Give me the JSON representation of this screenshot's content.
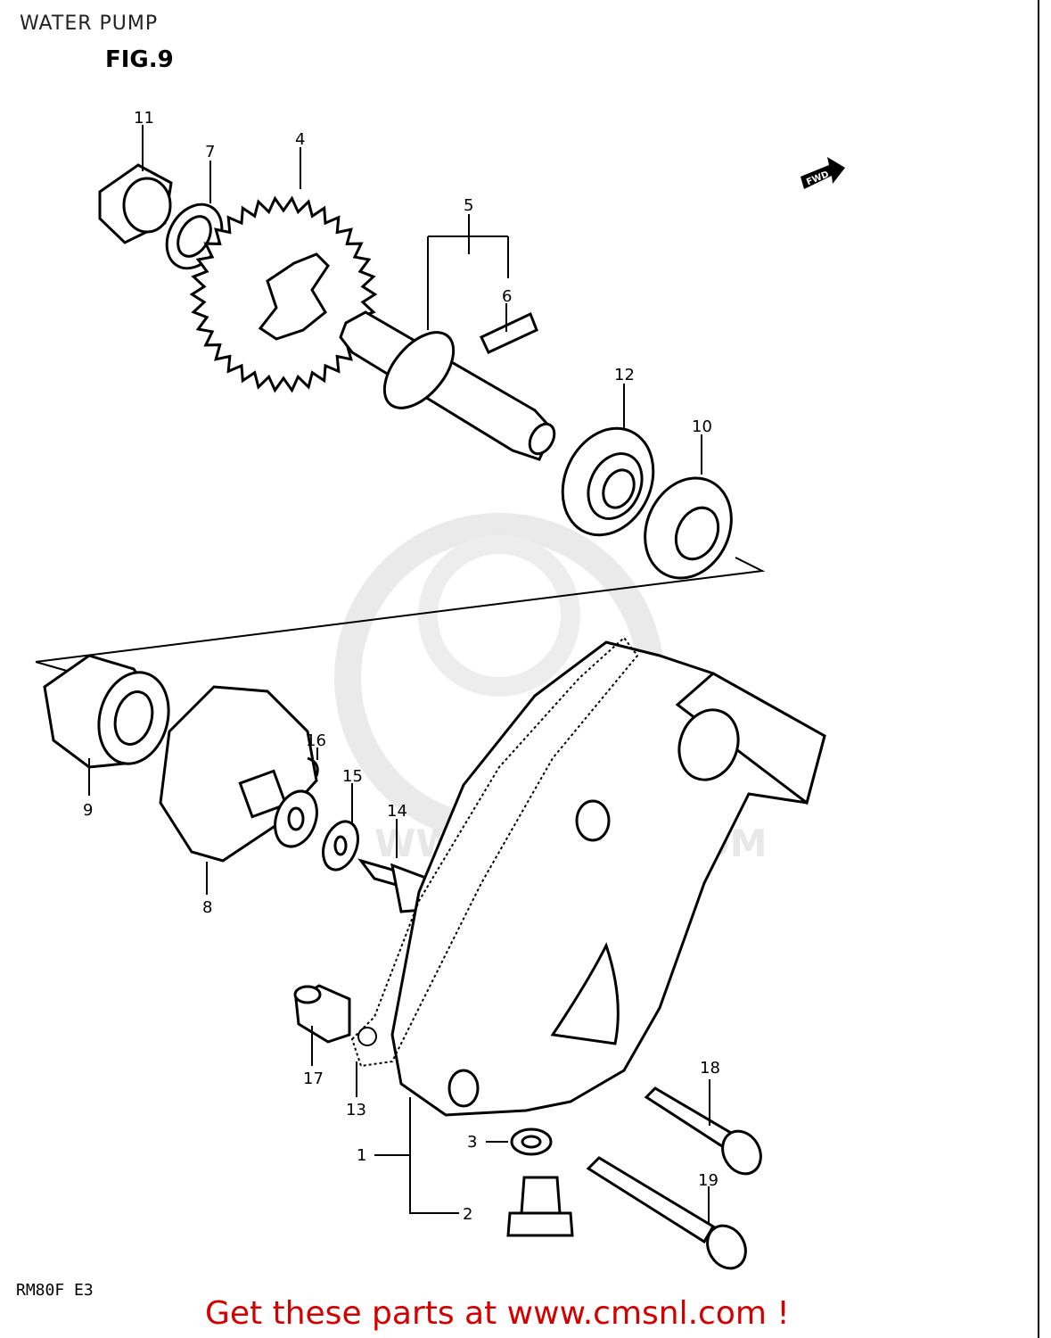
{
  "page": {
    "title": "WATER PUMP",
    "figure": "FIG.9",
    "model_code": "RM80F E3",
    "footer": "Get these parts at www.cmsnl.com !"
  },
  "diagram": {
    "direction_marker": "FWD",
    "watermark": "WWW.CMSNL.COM",
    "callouts": [
      {
        "id": "11"
      },
      {
        "id": "7"
      },
      {
        "id": "4"
      },
      {
        "id": "5"
      },
      {
        "id": "6"
      },
      {
        "id": "12"
      },
      {
        "id": "10"
      },
      {
        "id": "9"
      },
      {
        "id": "16"
      },
      {
        "id": "15"
      },
      {
        "id": "14"
      },
      {
        "id": "8"
      },
      {
        "id": "17"
      },
      {
        "id": "13"
      },
      {
        "id": "1"
      },
      {
        "id": "3"
      },
      {
        "id": "2"
      },
      {
        "id": "18"
      },
      {
        "id": "19"
      }
    ]
  }
}
